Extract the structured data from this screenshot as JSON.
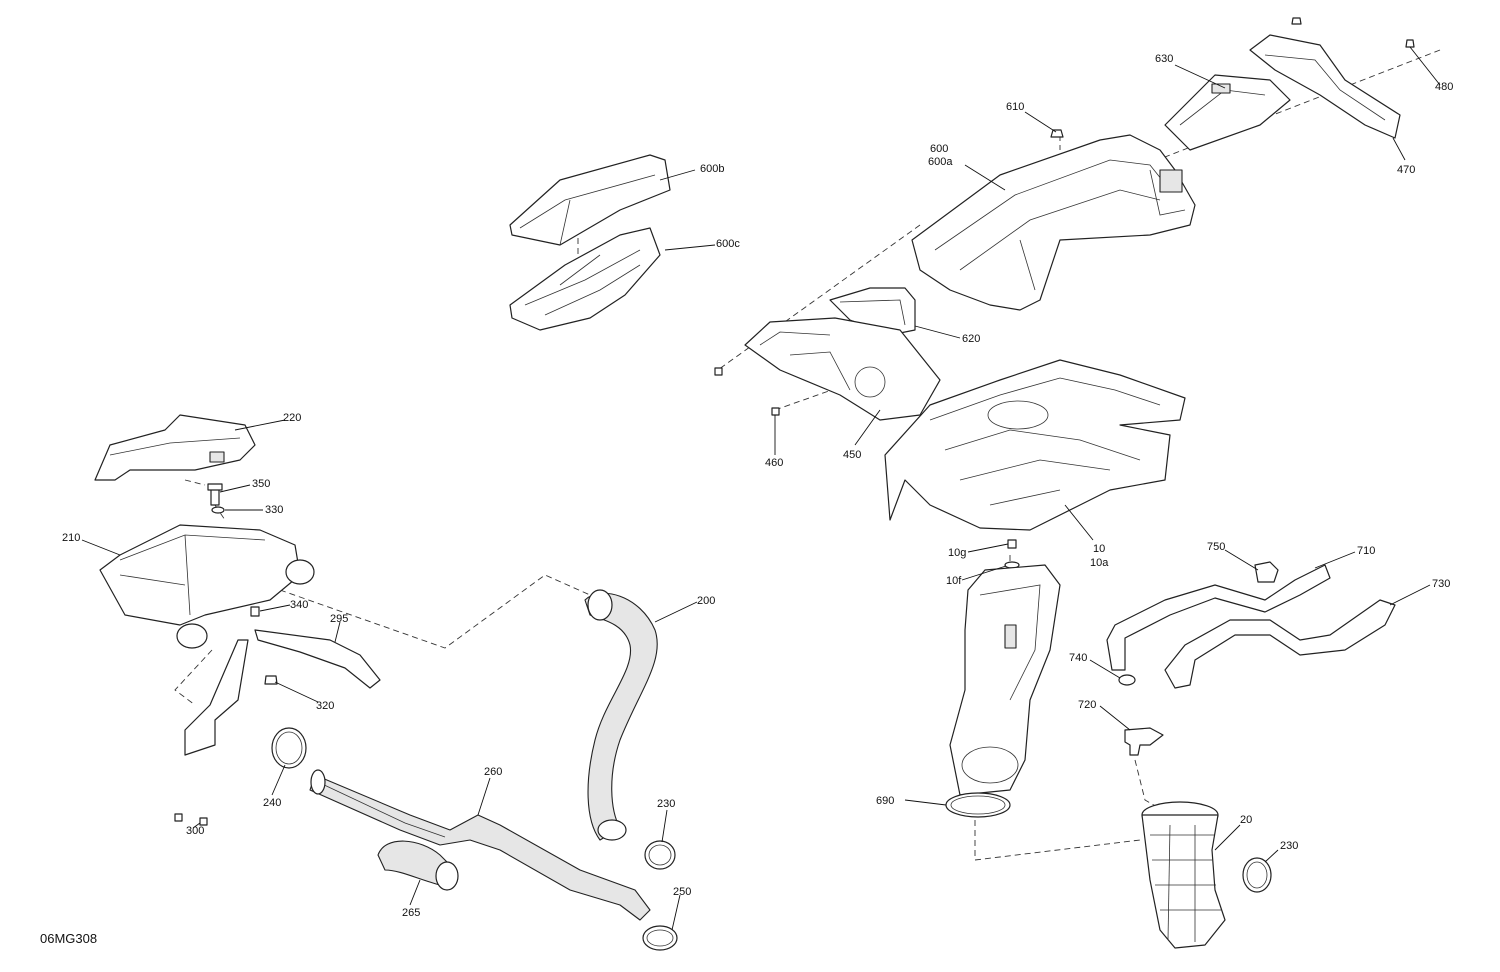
{
  "drawing_code": "06MG308",
  "callouts": {
    "c600b": "600b",
    "c600c": "600c",
    "c610": "610",
    "c600": "600",
    "c600a": "600a",
    "c630": "630",
    "c480": "480",
    "c470": "470",
    "c620": "620",
    "c450": "450",
    "c460": "460",
    "c220": "220",
    "c350": "350",
    "c330": "330",
    "c210": "210",
    "c340": "340",
    "c295": "295",
    "c320": "320",
    "c200": "200",
    "c240": "240",
    "c300": "300",
    "c260": "260",
    "c230a": "230",
    "c250": "250",
    "c265": "265",
    "c10": "10",
    "c10a": "10a",
    "c10g": "10g",
    "c10f": "10f",
    "c750": "750",
    "c710": "710",
    "c730": "730",
    "c740": "740",
    "c720": "720",
    "c690": "690",
    "c20": "20",
    "c230b": "230"
  }
}
